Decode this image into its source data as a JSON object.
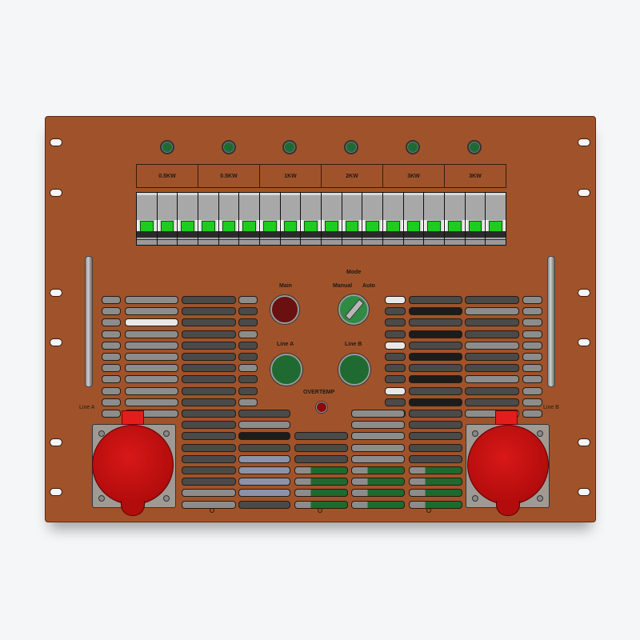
{
  "panel": {
    "color": "#a0532a",
    "leds": [
      {
        "id": "led-1",
        "color": "#1f6a34"
      },
      {
        "id": "led-2",
        "color": "#1f6a34"
      },
      {
        "id": "led-3",
        "color": "#1f6a34"
      },
      {
        "id": "led-4",
        "color": "#1f6a34"
      },
      {
        "id": "led-5",
        "color": "#1f6a34"
      },
      {
        "id": "led-6",
        "color": "#1f6a34"
      }
    ],
    "power_labels": [
      "0.5KW",
      "0.5KW",
      "1KW",
      "2KW",
      "3KW",
      "3KW"
    ],
    "breaker_poles": 18,
    "breaker_state": "on",
    "controls": {
      "main_label": "Main",
      "mode_label": "Mode",
      "manual_label": "Manual",
      "auto_label": "Auto",
      "line_a_label": "Line A",
      "line_b_label": "Line B",
      "overtemp_label": "OVERTEMP"
    },
    "sockets": {
      "left_label": "Line A",
      "right_label": "Line B"
    }
  }
}
